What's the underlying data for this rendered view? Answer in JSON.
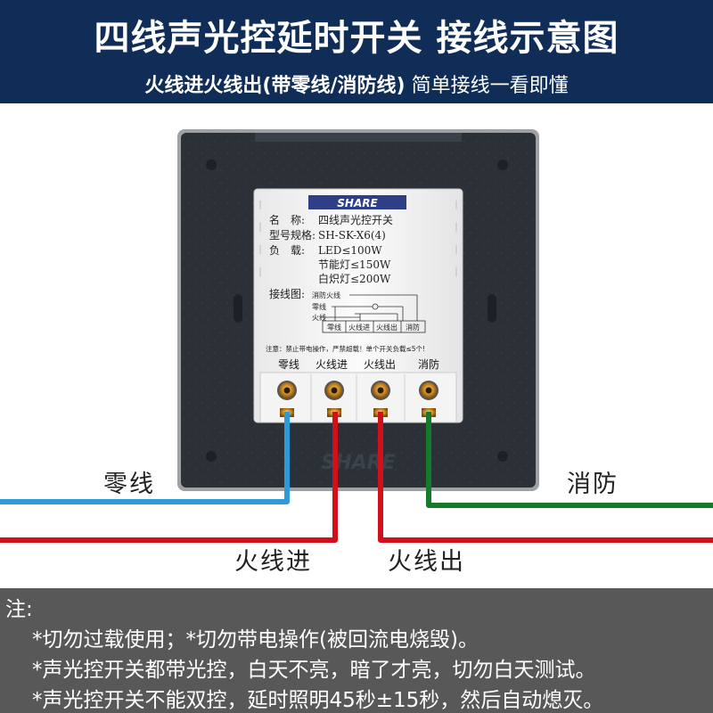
{
  "header": {
    "title": "四线声光控延时开关   接线示意图",
    "subtitle_bold": "火线进火线出(带零线/消防线)",
    "subtitle_rest": " 简单接线一看即懂"
  },
  "switch": {
    "brand": "SHARE",
    "label_rows": [
      {
        "key": "名　称:",
        "val": "四线声光控开关"
      },
      {
        "key": "型号规格:",
        "val": "SH-SK-X6(4)"
      },
      {
        "key": "负　载:",
        "val": "LED≤100W"
      },
      {
        "key": "",
        "val": "节能灯≤150W"
      },
      {
        "key": "",
        "val": "白炽灯≤200W"
      }
    ],
    "wiring_title": "接线图:",
    "wiring_inputs": [
      "消防火线",
      "零线",
      "火线"
    ],
    "wiring_outputs": [
      "零线",
      "火线进",
      "火线出",
      "消防"
    ],
    "warning": "注意：禁止带电操作，严禁超载！单个开关负载≤5个!",
    "terminals": [
      "零线",
      "火线进",
      "火线出",
      "消防"
    ]
  },
  "wires": {
    "neutral": {
      "label": "零线",
      "color": "#2e9bd9"
    },
    "live_in": {
      "label": "火线进",
      "color": "#d3101a"
    },
    "live_out": {
      "label": "火线出",
      "color": "#d3101a"
    },
    "fire": {
      "label": "消防",
      "color": "#157a2a"
    }
  },
  "notes": {
    "heading": "注:",
    "lines": [
      "*切勿过载使用；*切勿带电操作(被回流电烧毁)。",
      "*声光控开关都带光控，白天不亮，暗了才亮，切勿白天测试。",
      "*声光控开关不能双控，延时照明45秒±15秒，然后自动熄灭。"
    ]
  }
}
